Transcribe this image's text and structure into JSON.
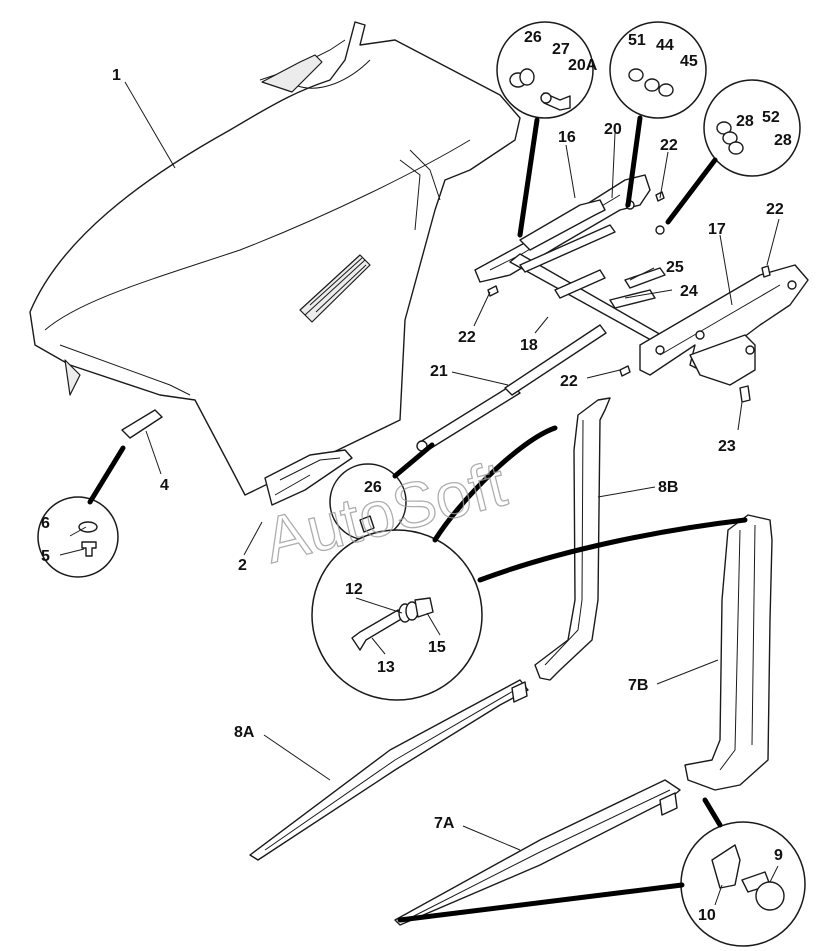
{
  "watermark": "AutoSoft",
  "callouts": [
    {
      "id": "c1",
      "text": "1"
    },
    {
      "id": "c2",
      "text": "2"
    },
    {
      "id": "c4",
      "text": "4"
    },
    {
      "id": "c5",
      "text": "5"
    },
    {
      "id": "c6",
      "text": "6"
    },
    {
      "id": "c7A",
      "text": "7A"
    },
    {
      "id": "c7B",
      "text": "7B"
    },
    {
      "id": "c8A",
      "text": "8A"
    },
    {
      "id": "c8B",
      "text": "8B"
    },
    {
      "id": "c9",
      "text": "9"
    },
    {
      "id": "c10",
      "text": "10"
    },
    {
      "id": "c12",
      "text": "12"
    },
    {
      "id": "c13",
      "text": "13"
    },
    {
      "id": "c15",
      "text": "15"
    },
    {
      "id": "c16",
      "text": "16"
    },
    {
      "id": "c17",
      "text": "17"
    },
    {
      "id": "c18",
      "text": "18"
    },
    {
      "id": "c20",
      "text": "20"
    },
    {
      "id": "c20A",
      "text": "20A"
    },
    {
      "id": "c21",
      "text": "21"
    },
    {
      "id": "c22a",
      "text": "22"
    },
    {
      "id": "c22b",
      "text": "22"
    },
    {
      "id": "c22c",
      "text": "22"
    },
    {
      "id": "c22d",
      "text": "22"
    },
    {
      "id": "c23",
      "text": "23"
    },
    {
      "id": "c24",
      "text": "24"
    },
    {
      "id": "c25",
      "text": "25"
    },
    {
      "id": "c26a",
      "text": "26"
    },
    {
      "id": "c26b",
      "text": "26"
    },
    {
      "id": "c27",
      "text": "27"
    },
    {
      "id": "c28a",
      "text": "28"
    },
    {
      "id": "c28b",
      "text": "28"
    },
    {
      "id": "c44",
      "text": "44"
    },
    {
      "id": "c45",
      "text": "45"
    },
    {
      "id": "c51",
      "text": "51"
    },
    {
      "id": "c52",
      "text": "52"
    }
  ]
}
